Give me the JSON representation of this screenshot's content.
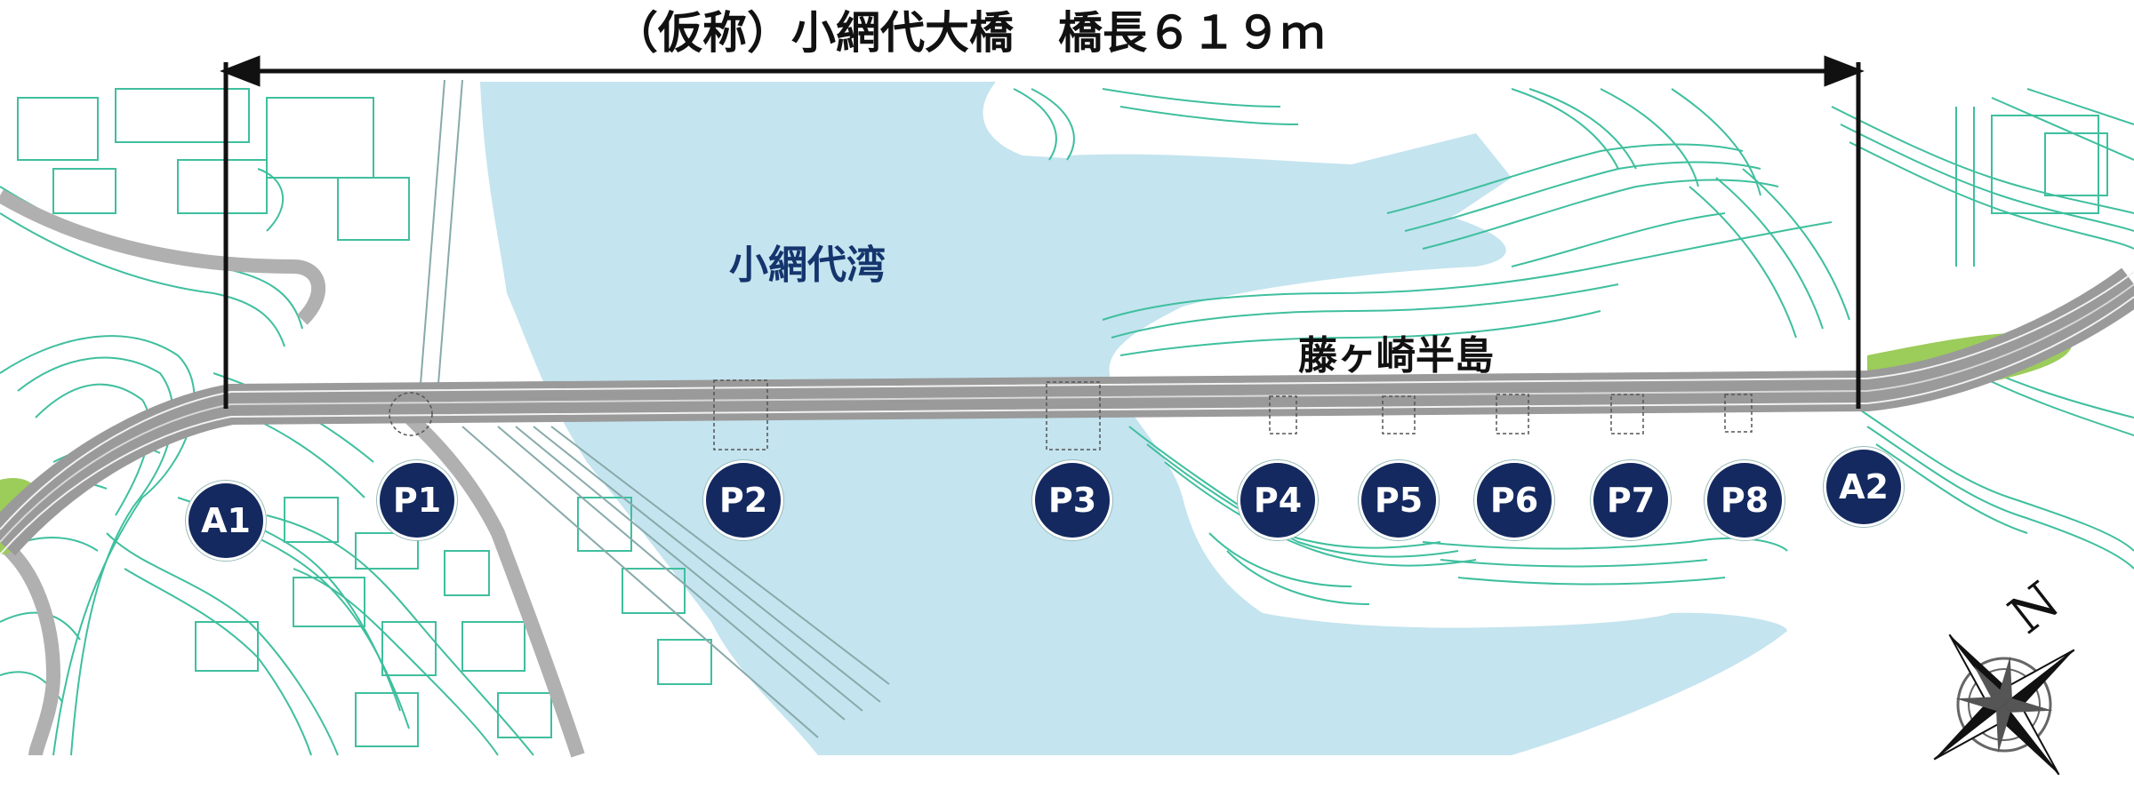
{
  "title": "（仮称）小網代大橋　橋長６１９ｍ",
  "labels": {
    "bay": "小網代湾",
    "peninsula": "藤ヶ崎半島"
  },
  "piers": [
    "A1",
    "P1",
    "P2",
    "P3",
    "P4",
    "P5",
    "P6",
    "P7",
    "P8",
    "A2"
  ],
  "compass": {
    "north_label": "N",
    "icon": "compass-rose-icon"
  },
  "colors": {
    "water": "#c4e4ef",
    "contour": "#3fbf9e",
    "road": "#9e9e9e",
    "badge": "#14295f",
    "bay_label": "#15356e",
    "green_slope": "#9ccc5a"
  }
}
